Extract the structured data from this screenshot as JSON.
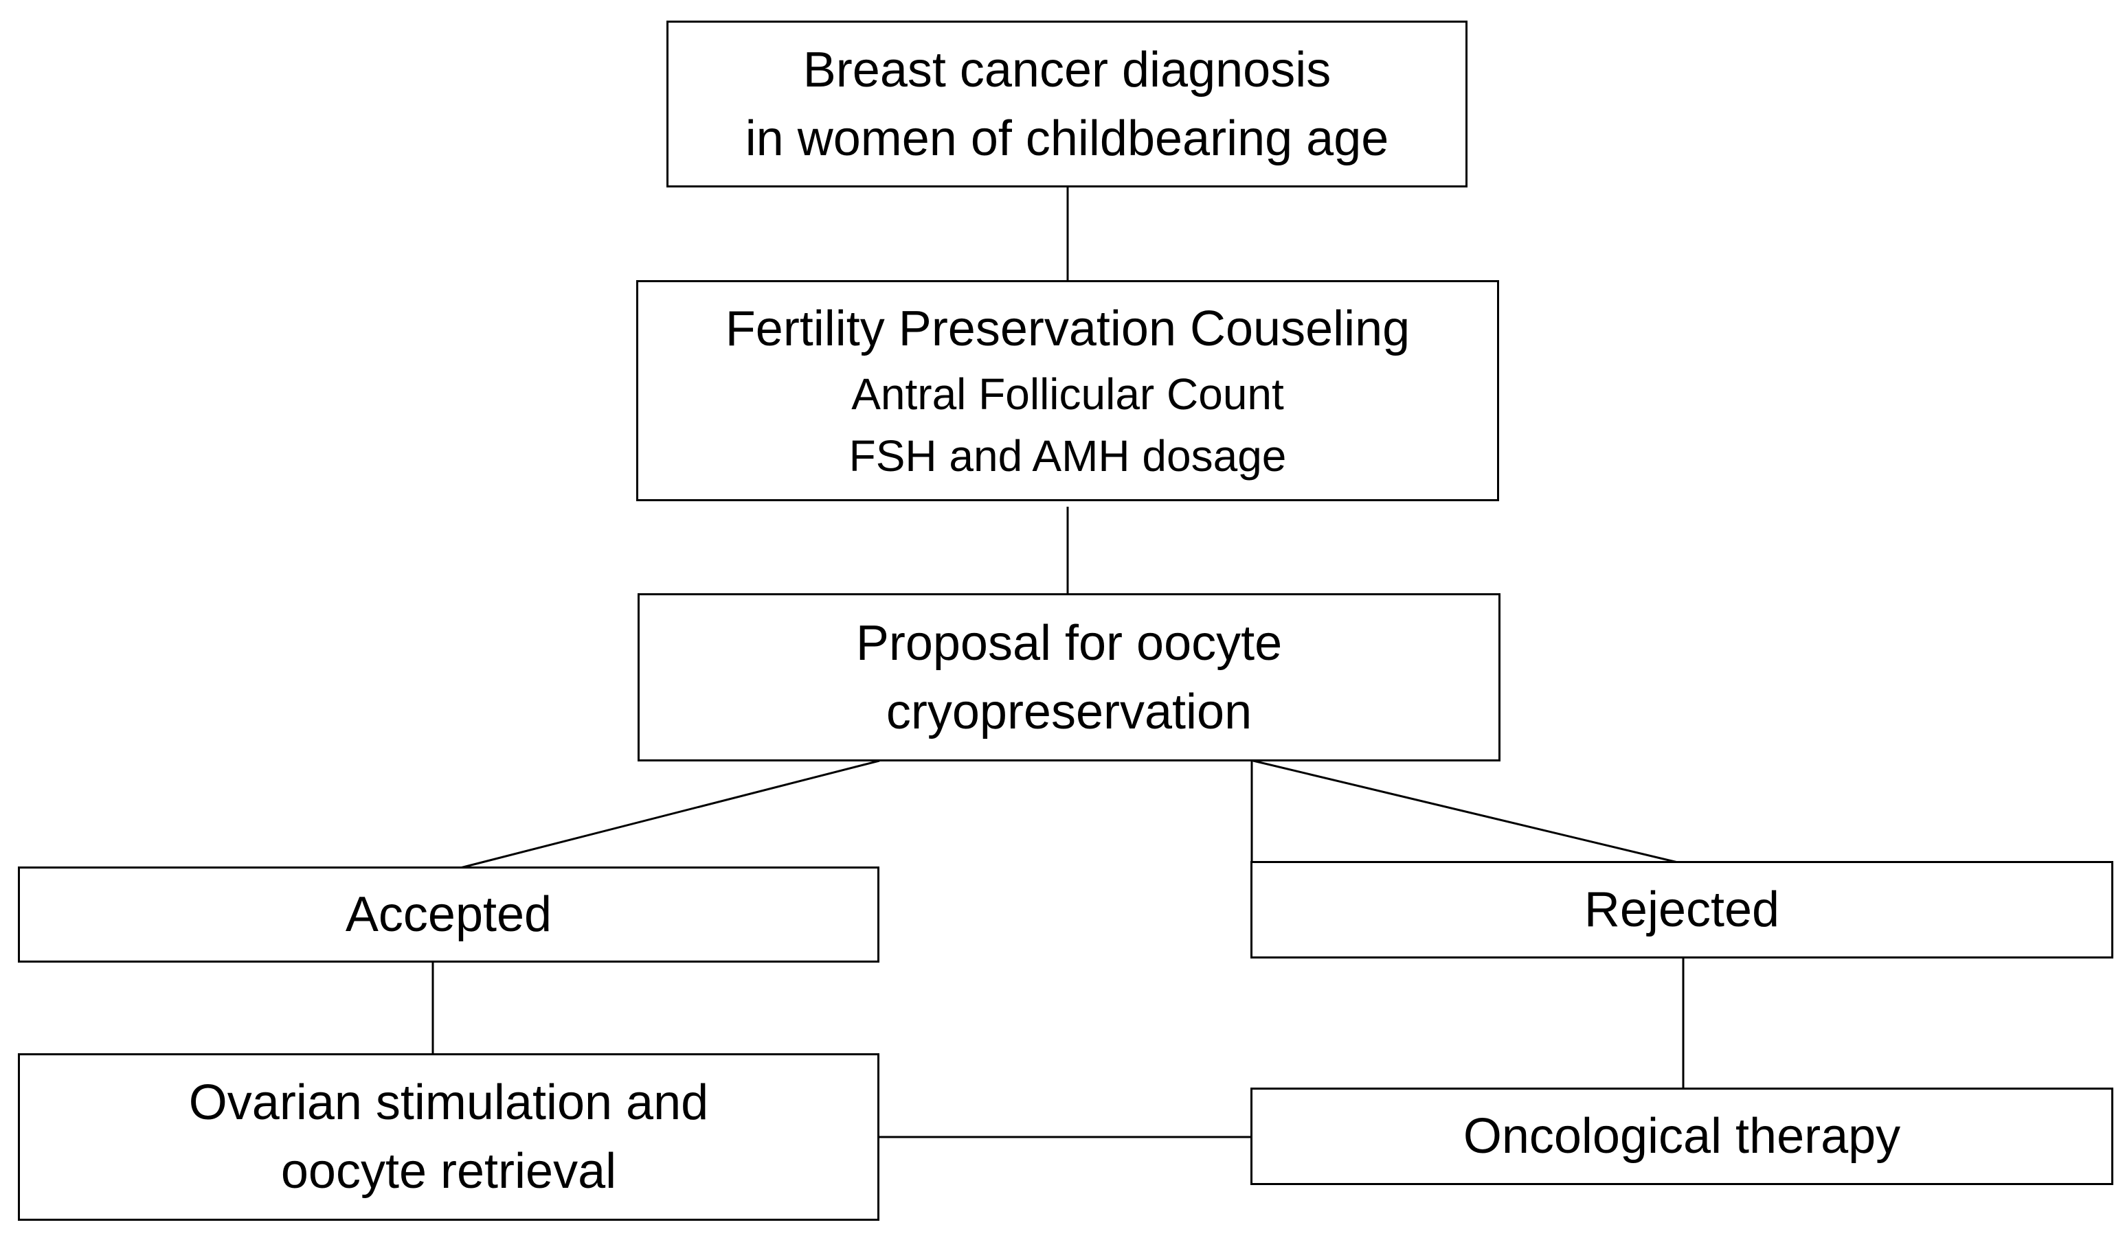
{
  "nodes": {
    "diagnosis": {
      "line1": "Breast cancer diagnosis",
      "line2": "in women of childbearing age"
    },
    "counseling": {
      "title": "Fertility Preservation Couseling",
      "line2": "Antral Follicular Count",
      "line3": "FSH and AMH dosage"
    },
    "proposal": {
      "line1": "Proposal for oocyte",
      "line2": "cryopreservation"
    },
    "accepted": {
      "label": "Accepted"
    },
    "rejected": {
      "label": "Rejected"
    },
    "stimulation": {
      "line1": "Ovarian stimulation and",
      "line2": "oocyte retrieval"
    },
    "oncological": {
      "label": "Oncological therapy"
    }
  },
  "colors": {
    "stroke": "#000000",
    "background": "#ffffff"
  }
}
